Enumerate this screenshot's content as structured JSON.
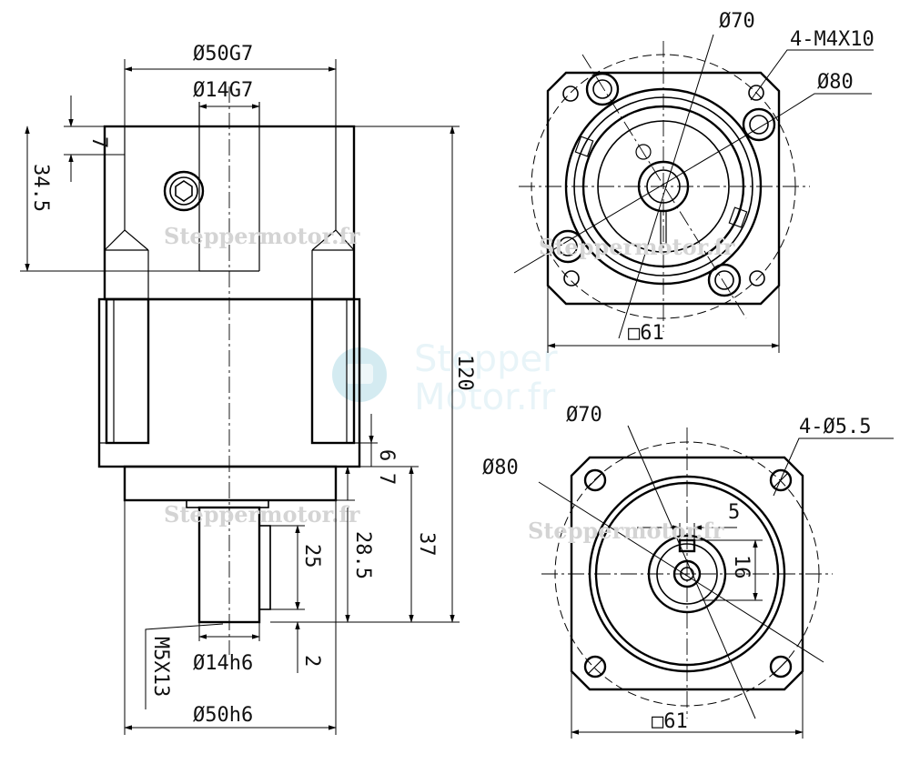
{
  "side_view": {
    "dia_flange_top": "Ø50G7",
    "dia_bore": "Ø14G7",
    "dim_7_top": "7",
    "dim_34_5": "34.5",
    "dim_120": "120",
    "dim_6": "6",
    "dim_7_mid": "7",
    "dim_28_5": "28.5",
    "dim_37": "37",
    "dim_25": "25",
    "dim_2": "2",
    "thread": "M5X13",
    "dia_shaft": "Ø14h6",
    "dia_pilot": "Ø50h6"
  },
  "top_view": {
    "dia_70": "Ø70",
    "holes": "4-M4X10",
    "dia_80": "Ø80",
    "square": "□61"
  },
  "bottom_view": {
    "dia_70": "Ø70",
    "holes": "4-Ø5.5",
    "dia_80": "Ø80",
    "key_width": "5",
    "key_height": "16",
    "square": "□61"
  },
  "watermark": {
    "small": "Steppermotor.fr",
    "big_line1": "Stepper",
    "big_line2": "Motor.fr"
  }
}
